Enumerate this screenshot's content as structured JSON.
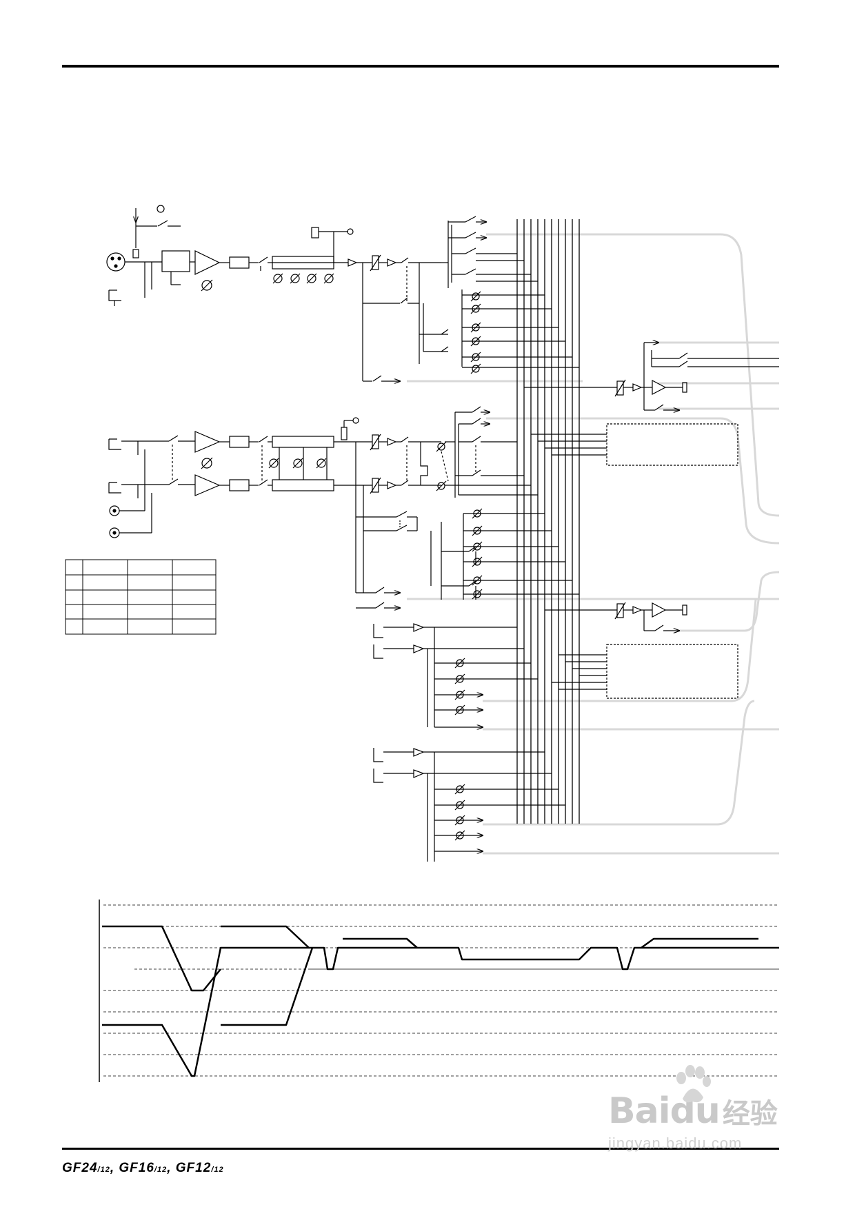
{
  "footer": {
    "model_1": "GF24",
    "model_1_sub": "/12",
    "model_2": "GF16",
    "model_2_sub": "/12",
    "model_3": "GF12",
    "model_3_sub": "/12",
    "separator": ","
  },
  "watermark": {
    "brand": "Bai",
    "brand_suffix": "du",
    "cn": "经验",
    "url": "jingyan.baidu.com"
  },
  "colors": {
    "line": "#000000",
    "bus_route": "#d8d8d8",
    "watermark": "#c9c9c9"
  }
}
